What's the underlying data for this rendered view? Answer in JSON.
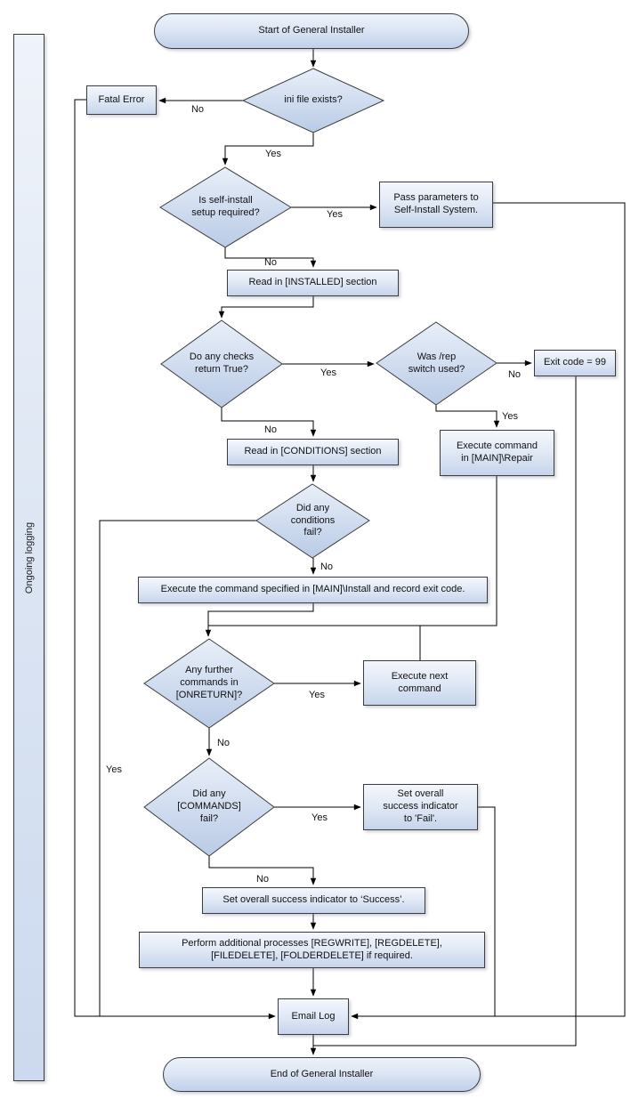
{
  "lane": {
    "label": "Ongoing logging"
  },
  "nodes": {
    "start": "Start of General Installer",
    "ini_exists": "ini file exists?",
    "fatal_error": "Fatal Error",
    "self_install": "Is self-install\nsetup required?",
    "pass_params": "Pass parameters to\nSelf-Install System.",
    "read_installed": "Read in [INSTALLED] section",
    "checks_true": "Do any checks\nreturn True?",
    "was_rep": "Was /rep\nswitch used?",
    "exit_99": "Exit code = 99",
    "exec_repair": "Execute command\nin [MAIN]\\Repair",
    "read_conditions": "Read in [CONDITIONS] section",
    "conditions_fail": "Did any\nconditions\nfail?",
    "exec_install": "Execute the command specified in [MAIN]\\Install and record exit code.",
    "onreturn": "Any further\ncommands in\n[ONRETURN]?",
    "exec_next": "Execute next\ncommand",
    "commands_fail": "Did any\n[COMMANDS]\nfail?",
    "set_fail": "Set overall\nsuccess indicator\nto 'Fail'.",
    "set_success": "Set overall success indicator to ‘Success’.",
    "perform_additional": "Perform additional processes [REGWRITE], [REGDELETE],\n[FILEDELETE], [FOLDERDELETE] if required.",
    "email_log": "Email Log",
    "end": "End of General Installer"
  },
  "labels": {
    "ini_no": "No",
    "ini_yes": "Yes",
    "self_yes": "Yes",
    "self_no": "No",
    "checks_yes": "Yes",
    "checks_no": "No",
    "wasrep_no": "No",
    "wasrep_yes": "Yes",
    "cond_yes": "Yes",
    "cond_no": "No",
    "onreturn_yes": "Yes",
    "onreturn_no": "No",
    "commands_yes": "Yes",
    "commands_no": "No"
  },
  "colors": {
    "shape_border": "#3c3c3c",
    "connector": "#000000",
    "fill_top": "#f2f6fc",
    "fill_bottom": "#c2d2ea",
    "diamond_fill_top": "#e9eff9",
    "diamond_fill_bottom": "#b9cbe6"
  }
}
